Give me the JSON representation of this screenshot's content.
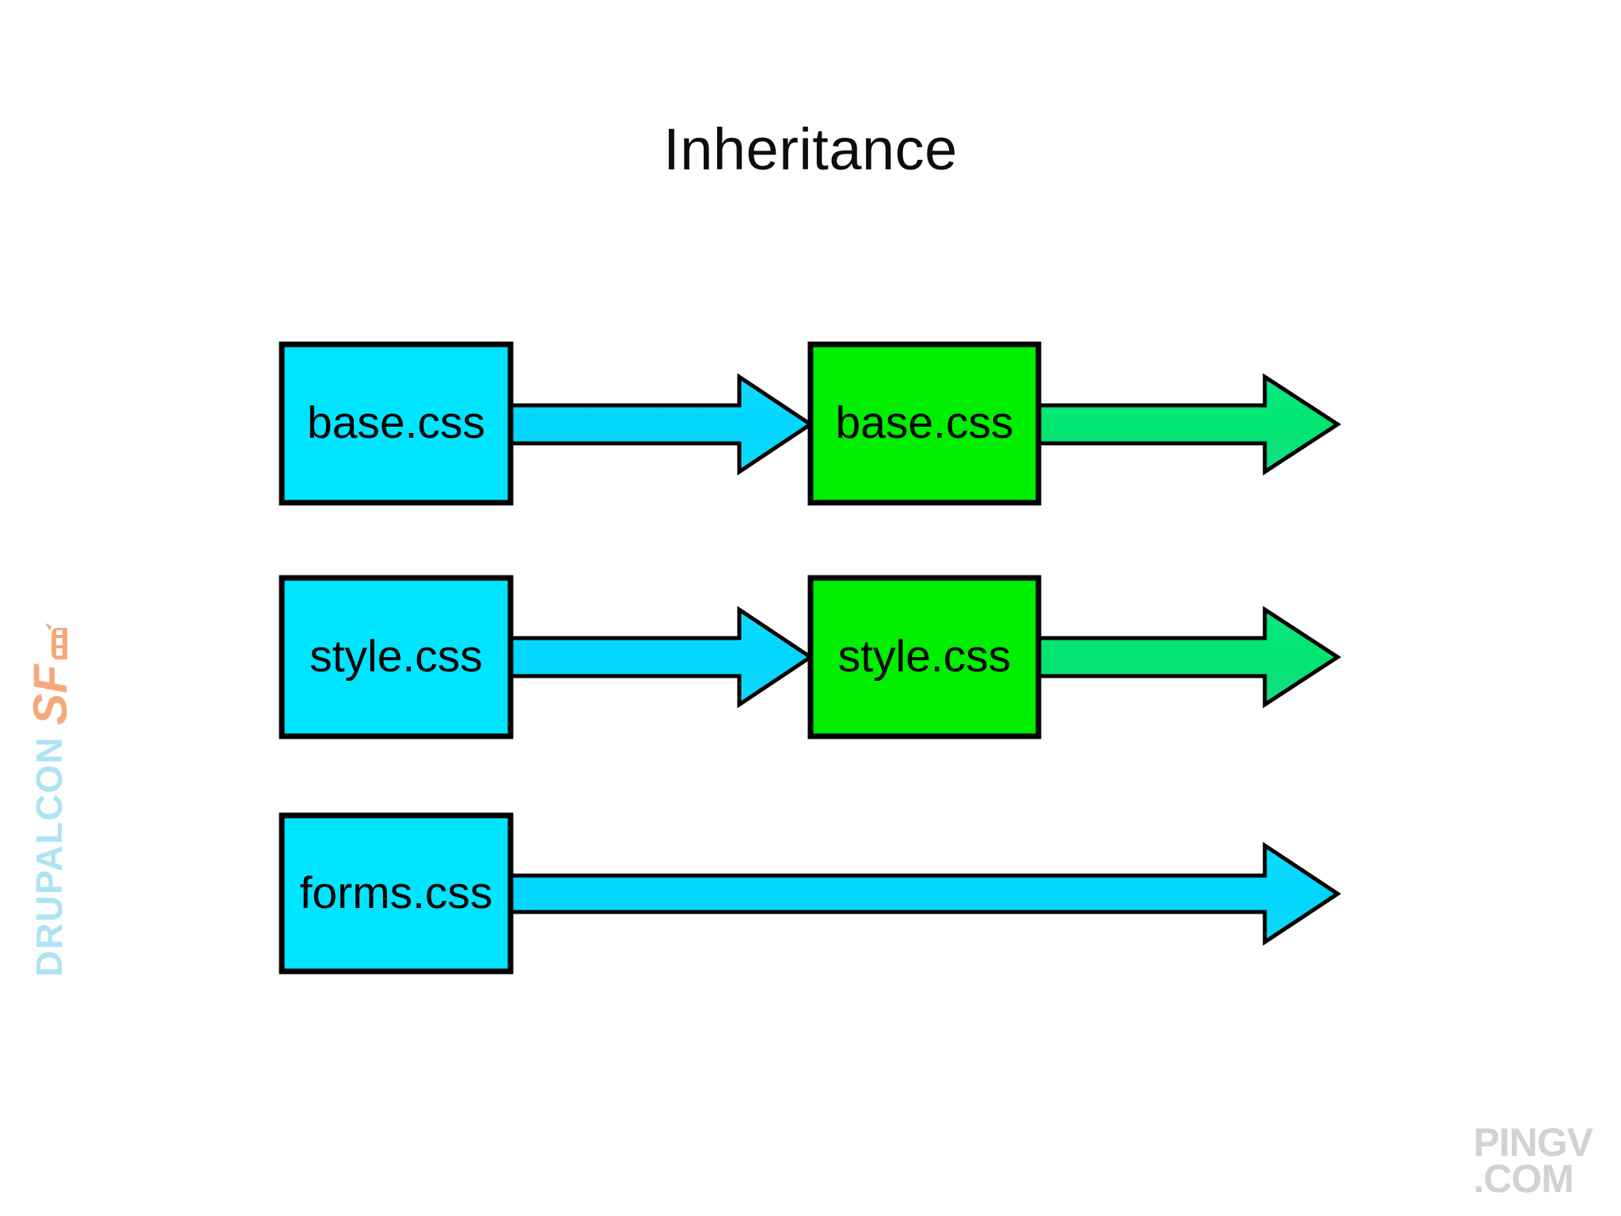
{
  "slide": {
    "title": "Inheritance",
    "background_color": "#FFFFFF"
  },
  "palette": {
    "cyan_fill": "#00E5FF",
    "cyan_arrow": "#00D8FF",
    "green_fill": "#00EE00",
    "green_arrow": "#00E676",
    "outline": "#000000",
    "title_color": "#0D0D0D",
    "drupalcon_blue": "#ADE3F5",
    "drupalcon_orange": "#F5A97A",
    "pingv_gray": "#D2D2D2"
  },
  "diagram": {
    "type": "flow",
    "columns": [
      "source",
      "target"
    ],
    "rows": [
      {
        "id": "row-base",
        "left_box": {
          "label": "base.css",
          "color": "#00E5FF"
        },
        "left_arrow": {
          "color": "#00D8FF",
          "target": "right_box"
        },
        "right_box": {
          "label": "base.css",
          "color": "#00EE00"
        },
        "right_arrow": {
          "color": "#00E676",
          "target": "output"
        }
      },
      {
        "id": "row-style",
        "left_box": {
          "label": "style.css",
          "color": "#00E5FF"
        },
        "left_arrow": {
          "color": "#00D8FF",
          "target": "right_box"
        },
        "right_box": {
          "label": "style.css",
          "color": "#00EE00"
        },
        "right_arrow": {
          "color": "#00E676",
          "target": "output"
        }
      },
      {
        "id": "row-forms",
        "left_box": {
          "label": "forms.css",
          "color": "#00E5FF"
        },
        "left_arrow": {
          "color": "#00D8FF",
          "target": "output"
        },
        "right_box": null,
        "right_arrow": null
      }
    ]
  },
  "branding": {
    "drupalcon": {
      "word": "DRUPALCON",
      "city": "SF",
      "icon": "golden-gate-bridge-icon"
    },
    "pingv": {
      "name": "PINGV",
      "tld": ".COM"
    }
  }
}
